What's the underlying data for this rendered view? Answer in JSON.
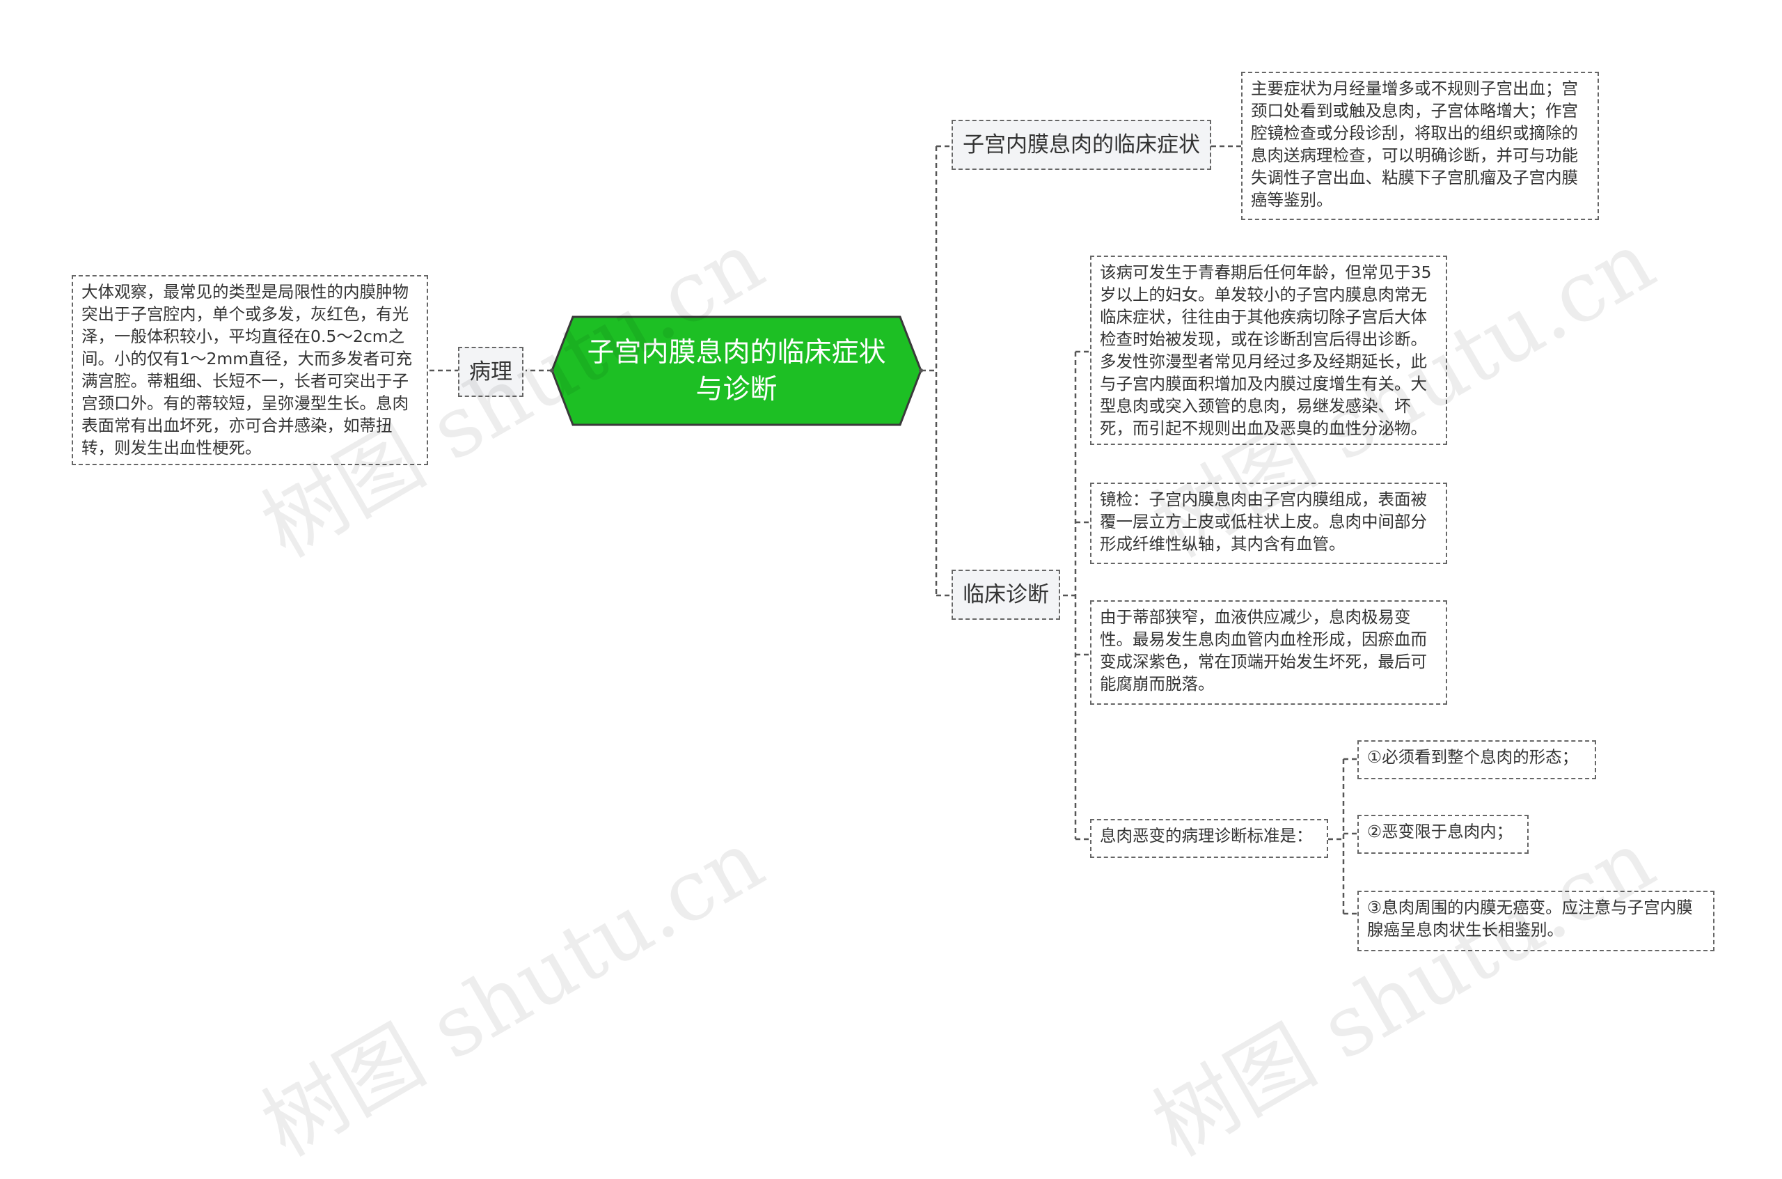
{
  "root": {
    "title": "子宫内膜息肉的临床症状与诊断"
  },
  "colors": {
    "root_fill": "#1dbf24",
    "root_border": "#3a3a3a",
    "line": "#555555",
    "topic_bg": "#f3f4f6"
  },
  "branches": {
    "pathology": {
      "label": "病理",
      "detail": "大体观察，最常见的类型是局限性的内膜肿物突出于子宫腔内，单个或多发，灰红色，有光泽，一般体积较小，平均直径在0.5～2cm之间。小的仅有1～2mm直径，大而多发者可充满宫腔。蒂粗细、长短不一，长者可突出于子宫颈口外。有的蒂较短，呈弥漫型生长。息肉表面常有出血坏死，亦可合并感染，如蒂扭转，则发生出血性梗死。"
    },
    "symptoms": {
      "label": "子宫内膜息肉的临床症状",
      "detail": "主要症状为月经量增多或不规则子宫出血；宫颈口处看到或触及息肉，子宫体略增大；作宫腔镜检查或分段诊刮，将取出的组织或摘除的息肉送病理检查，可以明确诊断，并可与功能失调性子宫出血、粘膜下子宫肌瘤及子宫内膜癌等鉴别。"
    },
    "diagnosis": {
      "label": "临床诊断",
      "items": [
        "该病可发生于青春期后任何年龄，但常见于35岁以上的妇女。单发较小的子宫内膜息肉常无临床症状，往往由于其他疾病切除子宫后大体检查时始被发现，或在诊断刮宫后得出诊断。多发性弥漫型者常见月经过多及经期延长，此与子宫内膜面积增加及内膜过度增生有关。大型息肉或突入颈管的息肉，易继发感染、坏死，而引起不规则出血及恶臭的血性分泌物。",
        "镜检：子宫内膜息肉由子宫内膜组成，表面被覆一层立方上皮或低柱状上皮。息肉中间部分形成纤维性纵轴，其内含有血管。",
        "由于蒂部狭窄，血液供应减少，息肉极易变性。最易发生息肉血管内血栓形成，因瘀血而变成深紫色，常在顶端开始发生坏死，最后可能腐崩而脱落。"
      ],
      "criteria": {
        "label": "息肉恶变的病理诊断标准是：",
        "items": [
          "①必须看到整个息肉的形态；",
          "②恶变限于息肉内；",
          "③息肉周围的内膜无癌变。应注意与子宫内膜腺癌呈息肉状生长相鉴别。"
        ]
      }
    }
  },
  "watermarks": [
    "树图 shutu.cn",
    "树图 shutu.cn",
    "树图 shutu.cn",
    "树图 shutu.cn"
  ]
}
